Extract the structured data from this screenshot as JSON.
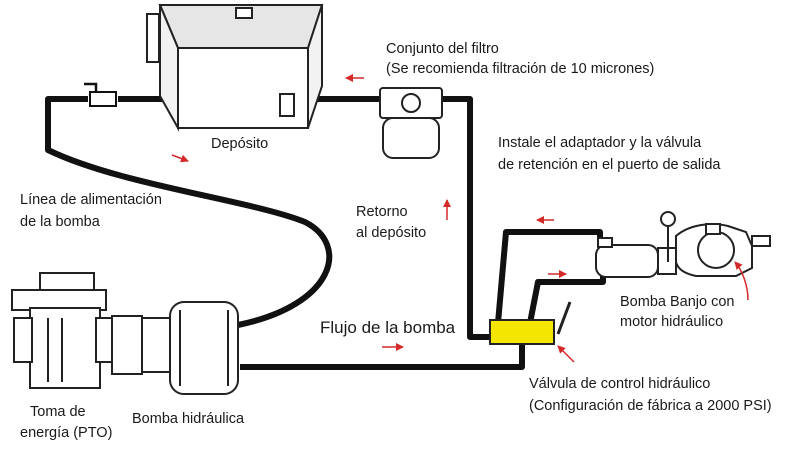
{
  "labels": {
    "reservoir": "Depósito",
    "filter_title": "Conjunto del filtro",
    "filter_note": "(Se recomienda filtración de 10 micrones)",
    "adapter_line1": "Instale el adaptador y la válvula",
    "adapter_line2": "de retención en el puerto de salida",
    "supply_line1": "Línea de alimentación",
    "supply_line2": "de la bomba",
    "return_line1": "Retorno",
    "return_line2": "al depósito",
    "pump_flow": "Flujo de la bomba",
    "banjo_line1": "Bomba Banjo con",
    "banjo_line2": "motor hidráulico",
    "pto_line1": "Toma de",
    "pto_line2": "energía (PTO)",
    "hydraulic_pump": "Bomba hidráulica",
    "valve_line1": "Válvula de control hidráulico",
    "valve_line2": "(Configuración de fábrica a 2000 PSI)"
  },
  "colors": {
    "hose": "#111111",
    "arrow": "#d42a2a",
    "valve": "#f4e600",
    "outline": "#222222",
    "shade": "#e6e6e6"
  }
}
